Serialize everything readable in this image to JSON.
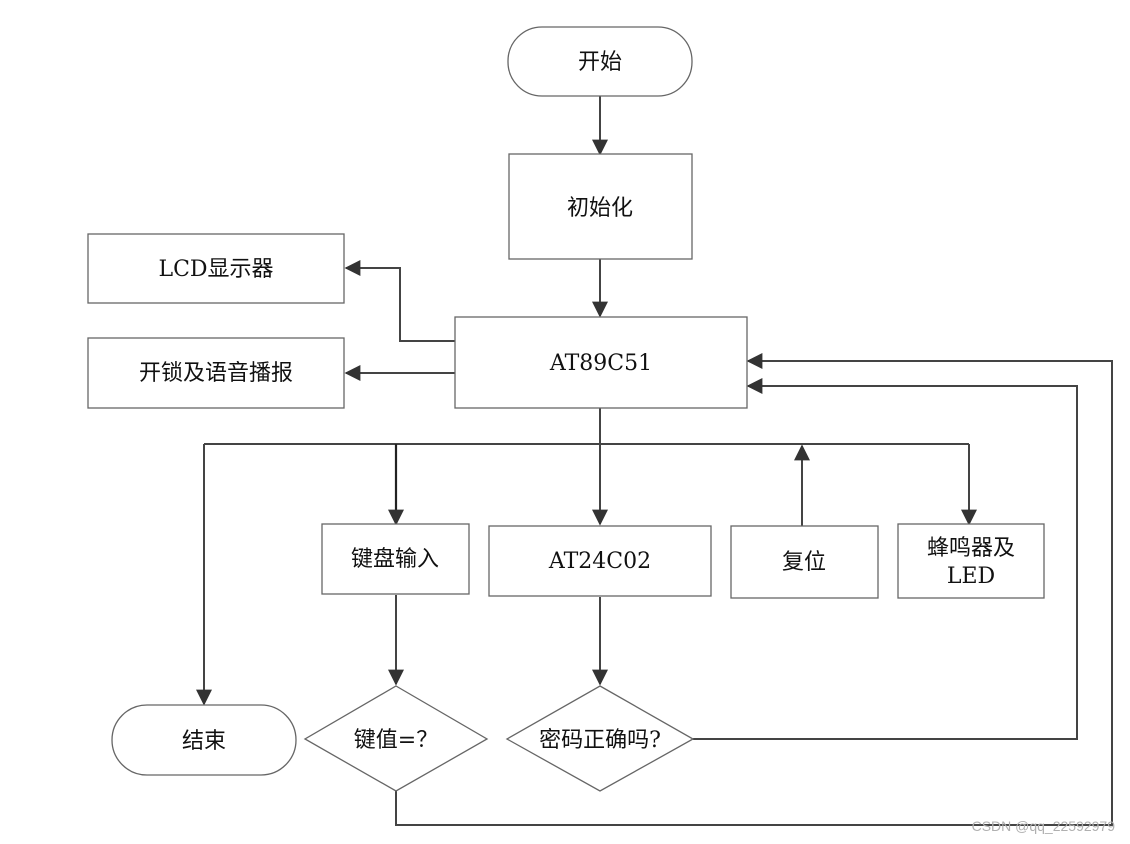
{
  "nodes": {
    "start": "开始",
    "init": "初始化",
    "lcd": "LCD显示器",
    "unlock": "开锁及语音播报",
    "mcu": "AT89C51",
    "keyboard": "键盘输入",
    "eeprom": "AT24C02",
    "reset": "复位",
    "buzzer_line1": "蜂鸣器及",
    "buzzer_line2": "LED",
    "end": "结束",
    "key_check": "键值=？",
    "pwd_check": "密码正确吗?"
  },
  "watermark": "CSDN @qq_22592979",
  "colors": {
    "line": "#444444",
    "box_border": "#666666",
    "text": "#111111"
  }
}
